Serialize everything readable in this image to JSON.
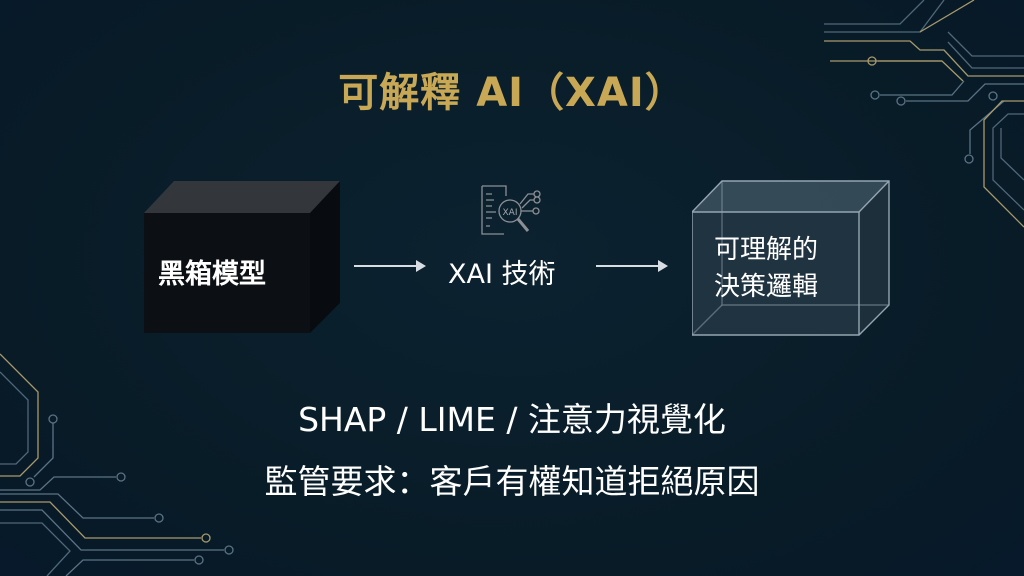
{
  "slide": {
    "title": "可解釋 AI（XAI）",
    "flow": {
      "black_box_label": "黑箱模型",
      "middle_label": "XAI 技術",
      "middle_icon": "xai-magnifier-icon",
      "icon_text": "XAI",
      "result_label_line1": "可理解的",
      "result_label_line2": "決策邏輯"
    },
    "bullets": [
      "SHAP / LIME / 注意力視覺化",
      "監管要求：客戶有權知道拒絕原因"
    ],
    "colors": {
      "background": "#0a1d29",
      "title_gold": "#c9a855",
      "text": "#ffffff",
      "circuit_gold": "#b5a474",
      "circuit_blue": "#5a7384"
    }
  }
}
